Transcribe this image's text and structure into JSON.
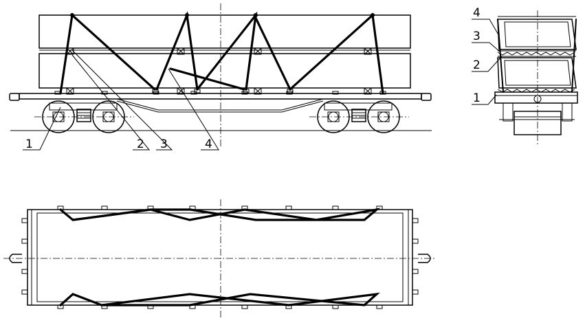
{
  "callouts": {
    "side_view": [
      "1",
      "2",
      "3",
      "4"
    ],
    "end_view": [
      "4",
      "3",
      "2",
      "1"
    ]
  }
}
